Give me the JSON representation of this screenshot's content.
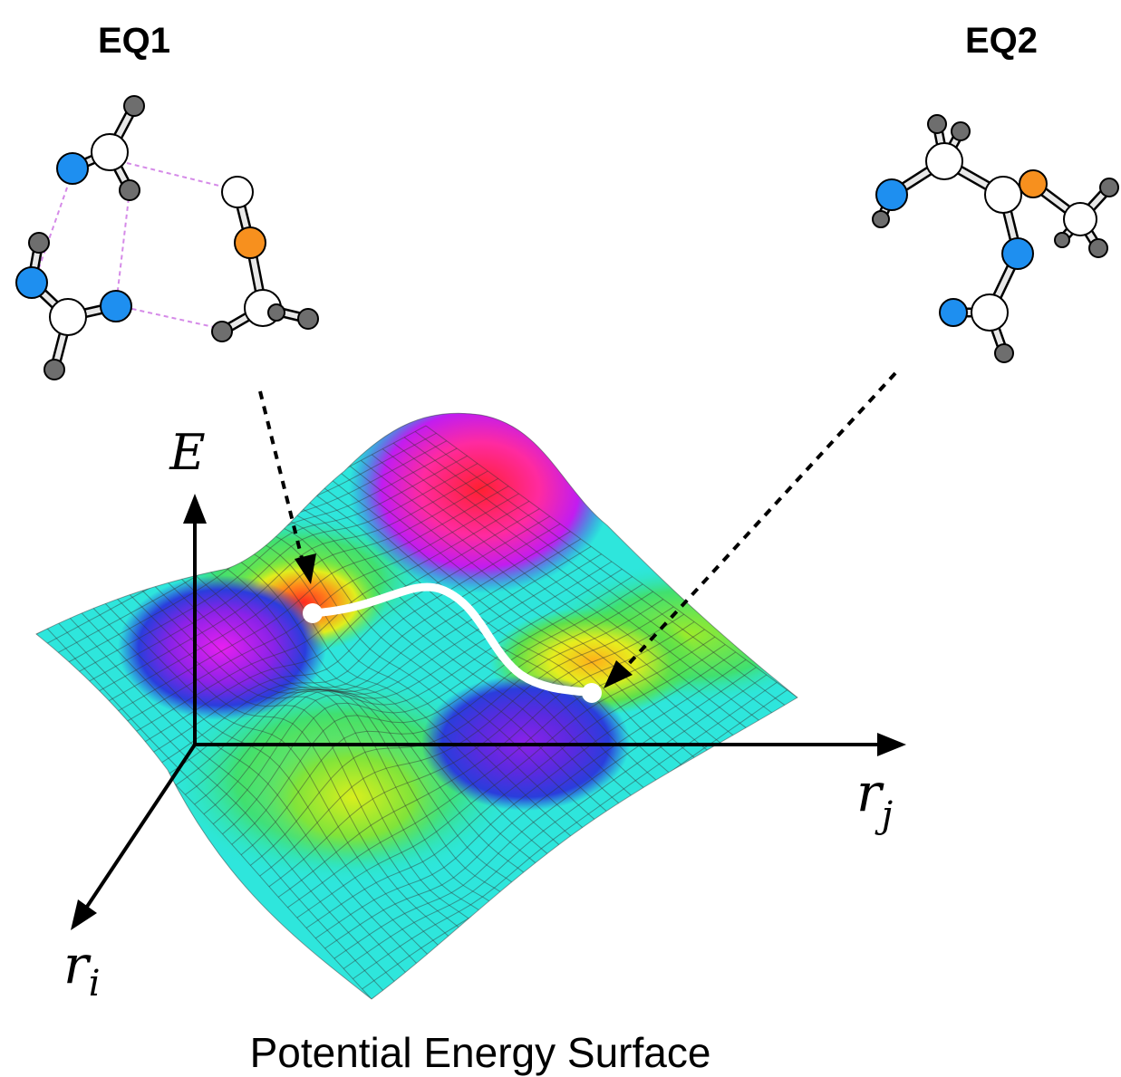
{
  "labels": {
    "eq1": "EQ1",
    "eq2": "EQ2",
    "energy_axis": "E",
    "rj_axis_main": "r",
    "rj_axis_sub": "j",
    "ri_axis_main": "r",
    "ri_axis_sub": "i",
    "caption": "Potential Energy Surface"
  },
  "colors": {
    "hydrogen": "#6e6e6e",
    "carbon": "#ffffff",
    "nitrogen": "#1e8ff0",
    "oxygen": "#f7901e",
    "hbond": "#d58ae8",
    "path": "#ffffff"
  },
  "surface_colormap": [
    "#8a1be0",
    "#2a3ddc",
    "#26e6e0",
    "#48e34a",
    "#e0ee1e",
    "#ff9a1a",
    "#ff1f2a",
    "#ff1fe0"
  ]
}
